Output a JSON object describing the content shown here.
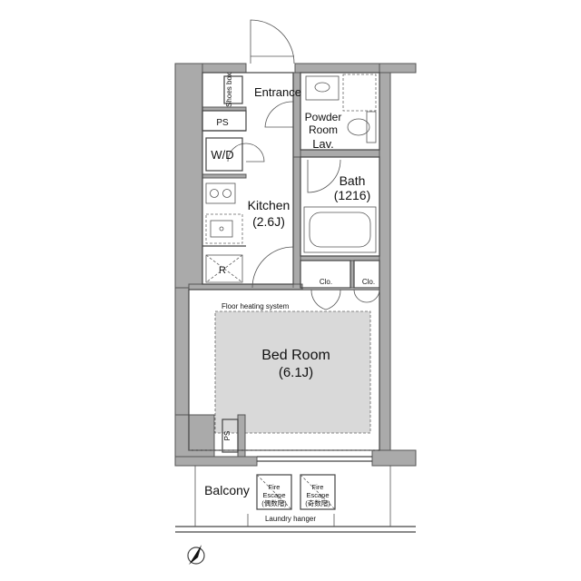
{
  "rooms": {
    "shoes_box": "Shoes box",
    "entrance": "Entrance",
    "powder_room": [
      "Powder",
      "Room"
    ],
    "lav": "Lav.",
    "ps_top": "PS",
    "wd": "W/D",
    "bath": "Bath",
    "bath_size": "(1216)",
    "kitchen": "Kitchen",
    "kitchen_size": "(2.6J)",
    "refrigerator": "R",
    "clo1": "Clo.",
    "clo2": "Clo.",
    "floor_heating": "Floor heating system",
    "bedroom": "Bed Room",
    "bedroom_size": "(6.1J)",
    "ps_bottom": "PS",
    "balcony": "Balcony",
    "fire_escape_1": [
      "Fire",
      "Escape",
      "(偶数階)"
    ],
    "fire_escape_2": [
      "Fire",
      "Escape",
      "(奇数階)"
    ],
    "laundry": "Laundry hanger"
  },
  "icons": {
    "compass": "north-arrow-icon",
    "stove": "stove-icon",
    "sink": "kitchen-sink-icon",
    "bathtub": "bathtub-icon",
    "toilet": "toilet-icon",
    "washbasin": "washbasin-icon"
  },
  "colors": {
    "wall": "#aaaaaa",
    "floor_heating_area": "#d9d9d9",
    "line": "#444444"
  }
}
